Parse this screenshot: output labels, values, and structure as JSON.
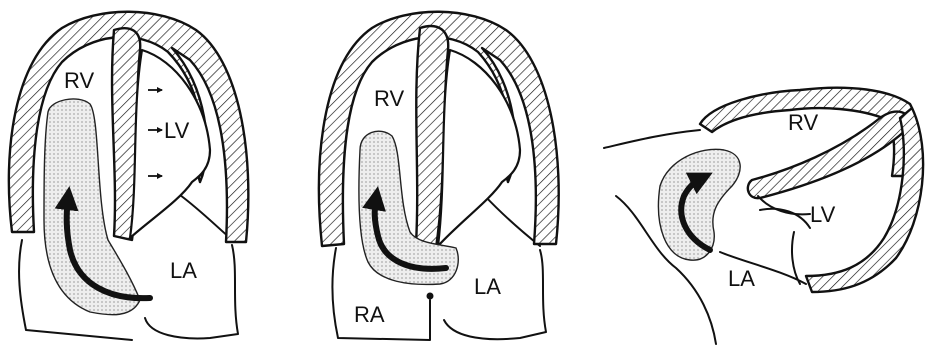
{
  "panels": [
    {
      "labels": {
        "rv": "RV",
        "lv": "LV",
        "la": "LA"
      }
    },
    {
      "labels": {
        "rv": "RV",
        "la": "LA",
        "ra": "RA"
      }
    },
    {
      "labels": {
        "rv": "RV",
        "lv": "LV",
        "la": "LA"
      }
    }
  ],
  "colors": {
    "ink": "#111111",
    "background": "#ffffff",
    "jet_fill": "#e6e6e6"
  }
}
